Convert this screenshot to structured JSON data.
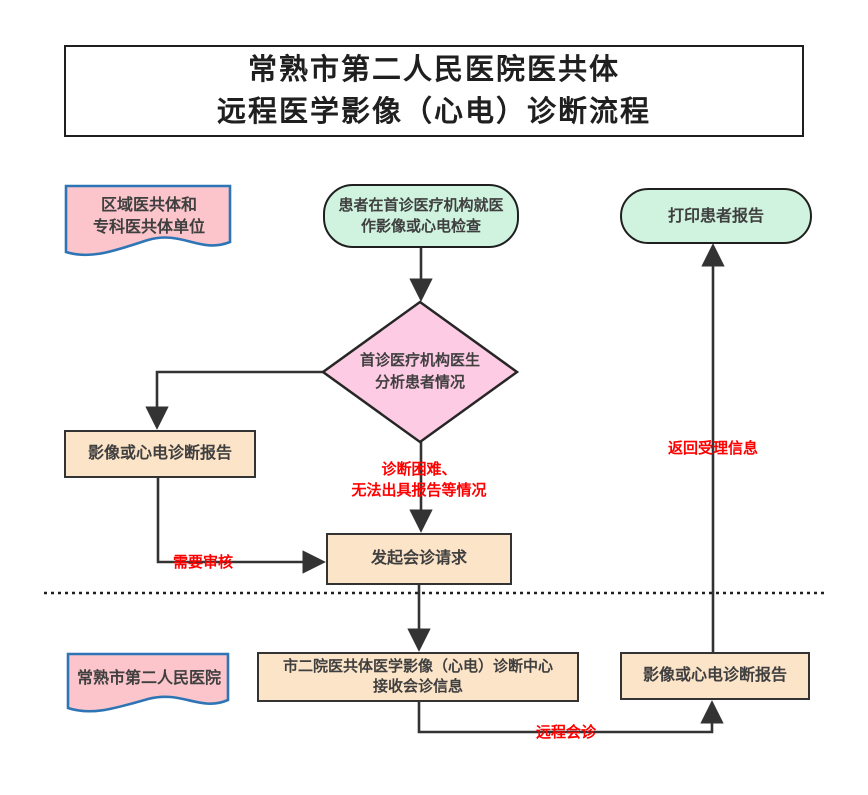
{
  "title": {
    "line1": "常熟市第二人民医院医共体",
    "line2": "远程医学影像（心电）诊断流程"
  },
  "lanes": {
    "region_label": {
      "line1": "区域医共体和",
      "line2": "专科医共体单位"
    },
    "hospital_label": {
      "line1": "常熟市第二人民医院"
    }
  },
  "nodes": {
    "patient_visit": {
      "line1": "患者在首诊医疗机构就医",
      "line2": "作影像或心电检查"
    },
    "print_report": {
      "line1": "打印患者报告"
    },
    "doctor_analysis": {
      "line1": "首诊医疗机构医生",
      "line2": "分析患者情况"
    },
    "report_upper": {
      "line1": "影像或心电诊断报告"
    },
    "initiate_consult": {
      "line1": "发起会诊请求"
    },
    "center_receive": {
      "line1": "市二院医共体医学影像（心电）诊断中心",
      "line2": "接收会诊信息"
    },
    "report_lower": {
      "line1": "影像或心电诊断报告"
    }
  },
  "edge_labels": {
    "difficulty": {
      "line1": "诊断困难、",
      "line2": "无法出具报告等情况"
    },
    "need_review": "需要审核",
    "remote_consult": "远程会诊",
    "return_info": "返回受理信息"
  },
  "colors": {
    "document_fill": "#fbc5cb",
    "document_border": "#2e75b6",
    "terminator_fill": "#cff3df",
    "decision_fill": "#fdcbe3",
    "process_fill": "#fce4c8",
    "connector": "#333333",
    "edge_label_text": "#ff0000",
    "node_text": "#3f3f3f"
  }
}
